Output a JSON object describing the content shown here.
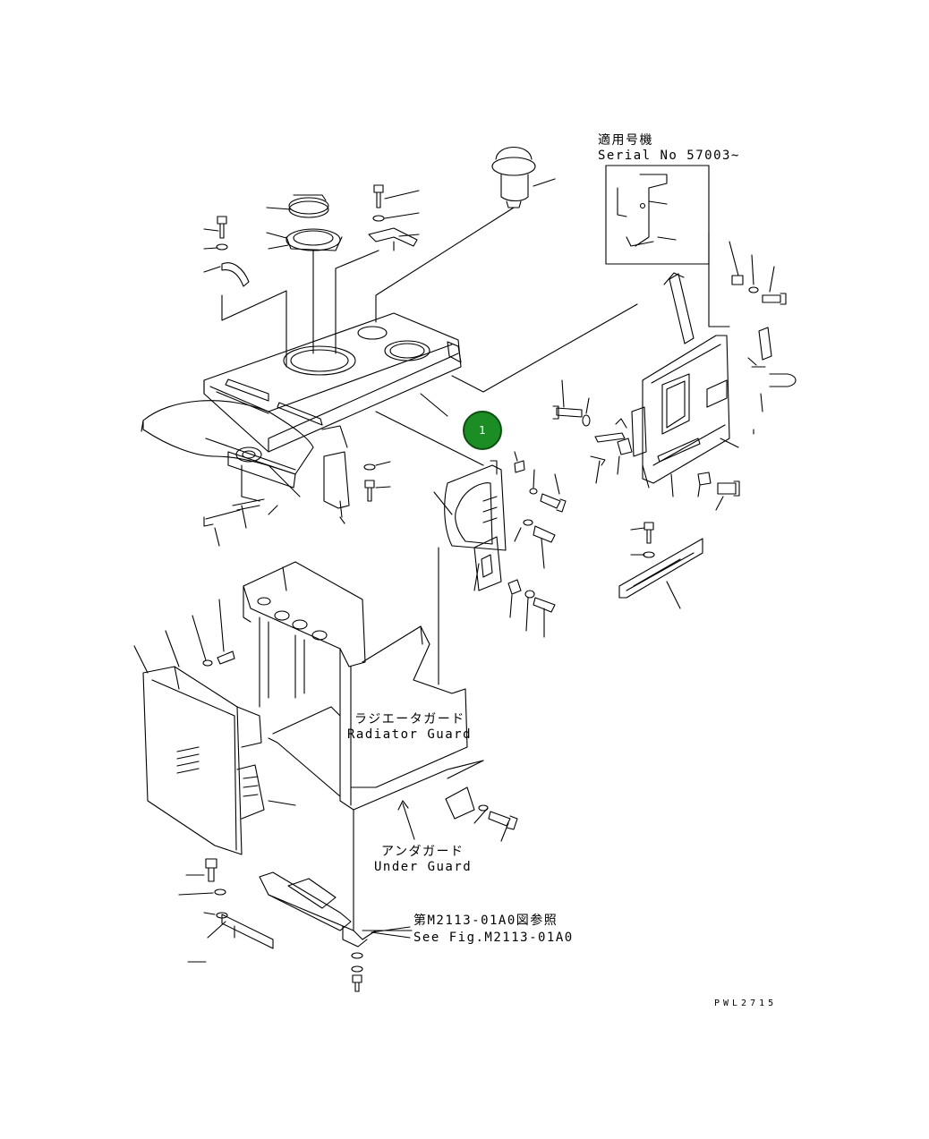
{
  "labels": {
    "serial_jp": "適用号機",
    "serial_en": "Serial No 57003~",
    "radiator_jp": "ラジエータガード",
    "radiator_en": "Radiator Guard",
    "under_jp": "アンダガード",
    "under_en": "Under Guard",
    "seefig_jp": "第M2113-01A0図参照",
    "seefig_en": "See Fig.M2113-01A0",
    "drawing_code": "PWL2715"
  },
  "callout": {
    "number": "1",
    "color": "#1c8c24"
  }
}
